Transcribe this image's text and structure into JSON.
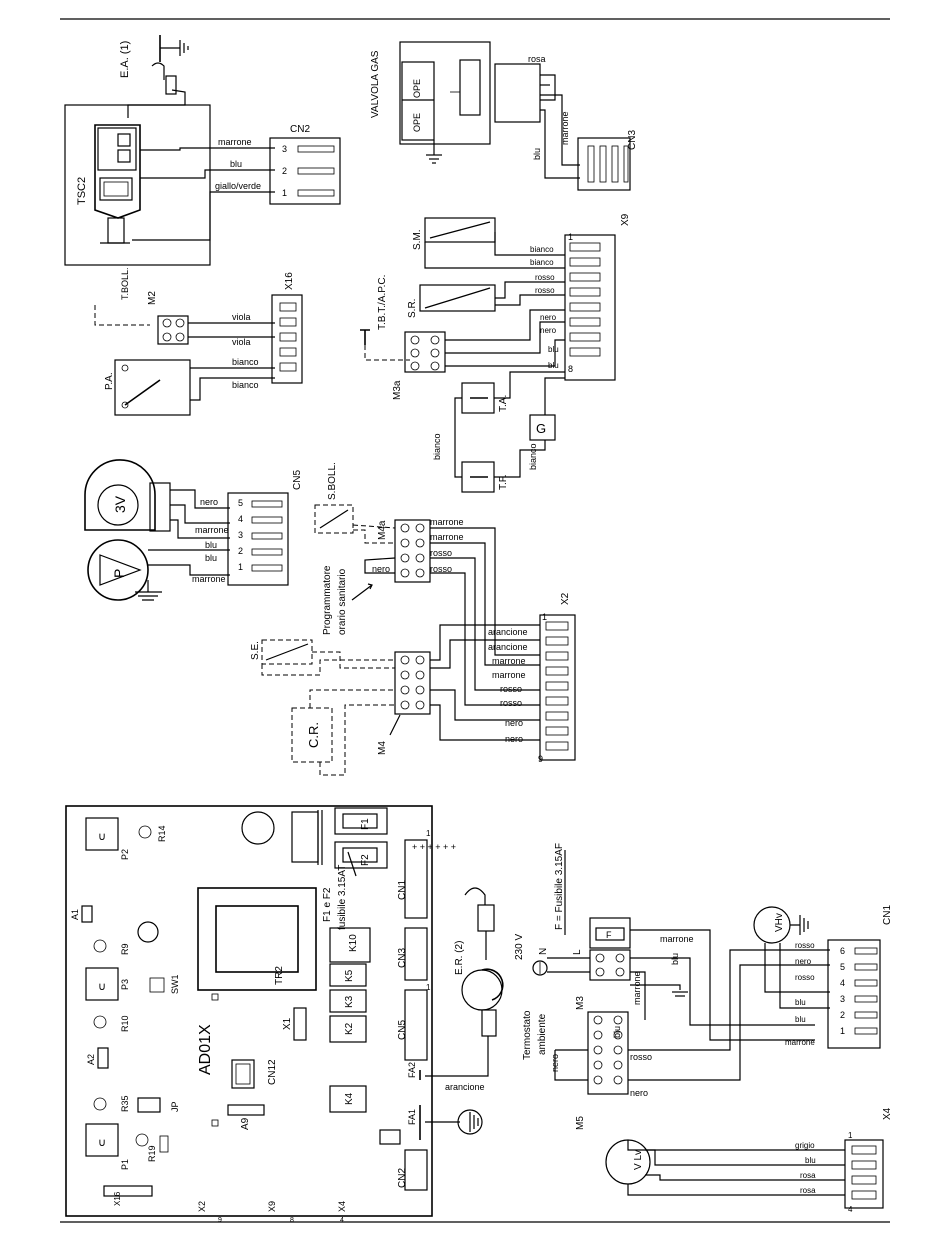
{
  "labels": {
    "ea1": "E.A. (1)",
    "tsc2": "TSC2",
    "cn2_top": "CN2",
    "marrone": "marrone",
    "blu": "blu",
    "giallo_verde": "giallo/verde",
    "valvola_gas": "VALVOLA GAS",
    "ope": "OPE",
    "rosa": "rosa",
    "cn3_top": "CN3",
    "sm": "S.M.",
    "sr": "S.R.",
    "tbt": "T.B.T./A.P.C.",
    "x9": "X9",
    "bianco": "bianco",
    "rosso": "rosso",
    "nero": "nero",
    "m3a": "M3a",
    "ta": "T.A.",
    "tf": "T.F.",
    "g": "G",
    "pa": "P.A.",
    "m2": "M2",
    "tboll": "T.BOLL.",
    "viola": "viola",
    "x16": "X16",
    "cn5_top": "CN5",
    "v3": "3V",
    "p": "P",
    "sboll": "S.BOLL.",
    "m4a": "M4a",
    "programmatore": "Programmatore",
    "orario": "orario sanitario",
    "se": "S.E.",
    "cr": "C.R.",
    "m4": "M4",
    "x2": "X2",
    "arancione": "arancione",
    "ad01x": "AD01X",
    "tr2": "TR2",
    "f1": "F1",
    "f2": "F2",
    "f1f2": "F1 e F2",
    "fusibile_315at": "fusibile 3.15AT",
    "cn1": "CN1",
    "cn3": "CN3",
    "cn5": "CN5",
    "cn12": "CN12",
    "cn2": "CN2",
    "k10": "K10",
    "k5": "K5",
    "k3": "K3",
    "k2": "K2",
    "k4": "K4",
    "x1": "X1",
    "a9": "A9",
    "a1": "A1",
    "a2": "A2",
    "p1": "P1",
    "p2": "P2",
    "p3": "P3",
    "r9": "R9",
    "r10": "R10",
    "r14": "R14",
    "r19": "R19",
    "r35": "R35",
    "sw1": "SW1",
    "jp": "JP",
    "fa1": "FA1",
    "fa2": "FA2",
    "x16b": "X16",
    "x2b": "X2",
    "x9b": "X9",
    "x4b": "X4",
    "er2": "E.R. (2)",
    "v230": "230 V",
    "n": "N",
    "l": "L",
    "f_fus": "F = Fusibile 3.15AF",
    "fbox": "F",
    "vhv": "VHv",
    "cn1r": "CN1",
    "m3": "M3",
    "termostato": "Termostato",
    "ambiente": "ambiente",
    "m5": "M5",
    "vlv": "V Lv",
    "grigio": "grigio",
    "x4": "X4",
    "one": "1",
    "two": "2",
    "three": "3",
    "four": "4",
    "five": "5",
    "six": "6",
    "eight": "8",
    "nine": "9"
  }
}
